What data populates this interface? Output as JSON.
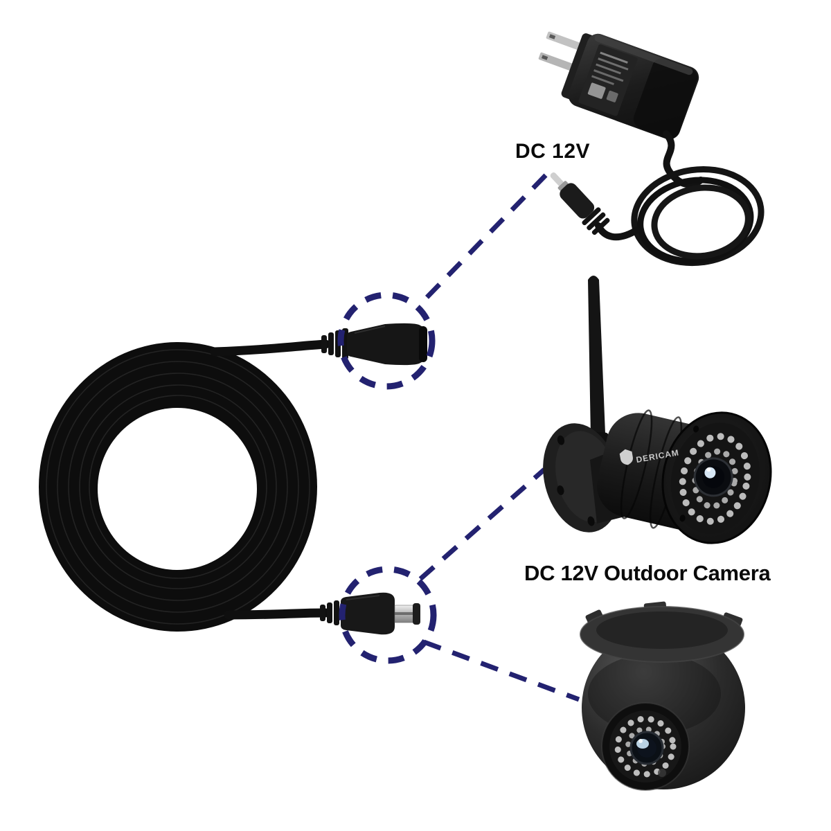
{
  "labels": {
    "adapter": "DC 12V",
    "camera": "DC 12V Outdoor Camera",
    "brand": "DERICAM"
  },
  "colors": {
    "background": "#ffffff",
    "annotation_dash": "#232270",
    "label_text": "#0a0a0a",
    "device_black": "#161616",
    "metal_silver": "#c8c8c8"
  },
  "scene": {
    "power_adapter": "wall-power-adapter",
    "adapter_cord": "coiled-adapter-cord",
    "cable_coil": "coiled-dc-extension-cable",
    "female_connector": "dc-female-connector",
    "male_connector": "dc-male-connector",
    "bullet_camera": "wifi-bullet-camera",
    "dome_camera": "dome-camera",
    "callout_top": "female-connector-callout-circle",
    "callout_bottom": "male-connector-callout-circle"
  }
}
